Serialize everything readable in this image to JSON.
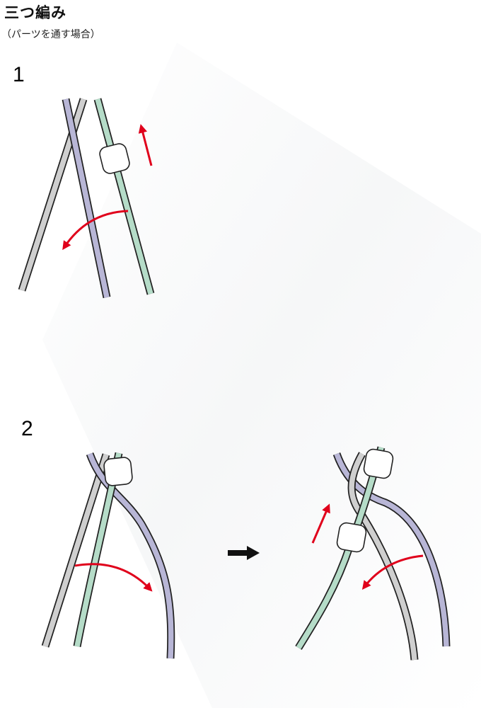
{
  "title": "三つ編み",
  "subtitle": "（パーツを通す場合）",
  "steps": [
    {
      "number": "1"
    },
    {
      "number": "2"
    }
  ],
  "colors": {
    "cord_gray": "#cfcfcf",
    "cord_purple": "#b8b6d6",
    "cord_green": "#b5dcc8",
    "outline": "#222222",
    "arrow_red": "#e0001b",
    "next_arrow": "#111111",
    "bead_fill": "#ffffff"
  },
  "icons": {
    "next": "right-arrow-icon"
  }
}
